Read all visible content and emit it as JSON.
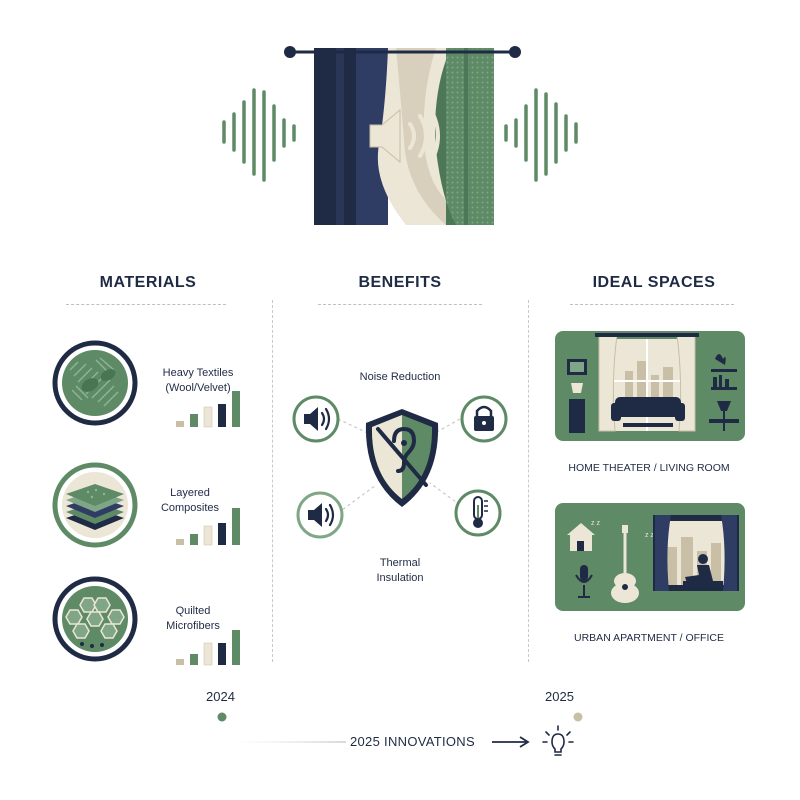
{
  "columns": {
    "materials": "MATERIALS",
    "benefits": "BENEFITS",
    "spaces": "IDEAL SPACES"
  },
  "materials": [
    {
      "label_line1": "Heavy Textiles",
      "label_line2": "(Wool/Velvet)"
    },
    {
      "label_line1": "Layered",
      "label_line2": "Composites"
    },
    {
      "label_line1": "Quilted",
      "label_line2": "Microfibers"
    }
  ],
  "benefits": {
    "noise": "Noise Reduction",
    "thermal_line1": "Thermal",
    "thermal_line2": "Insulation"
  },
  "spaces": [
    {
      "caption": "HOME THEATER / LIVING ROOM"
    },
    {
      "caption": "URBAN APARTMENT / OFFICE"
    }
  ],
  "timeline": {
    "start_year": "2024",
    "end_year": "2025",
    "innovations": "2025 INNOVATIONS"
  },
  "colors": {
    "navy": "#1f2a44",
    "green": "#5e8a66",
    "light_green": "#7fa687",
    "cream": "#ece6d6",
    "tan": "#c9bfa6"
  }
}
